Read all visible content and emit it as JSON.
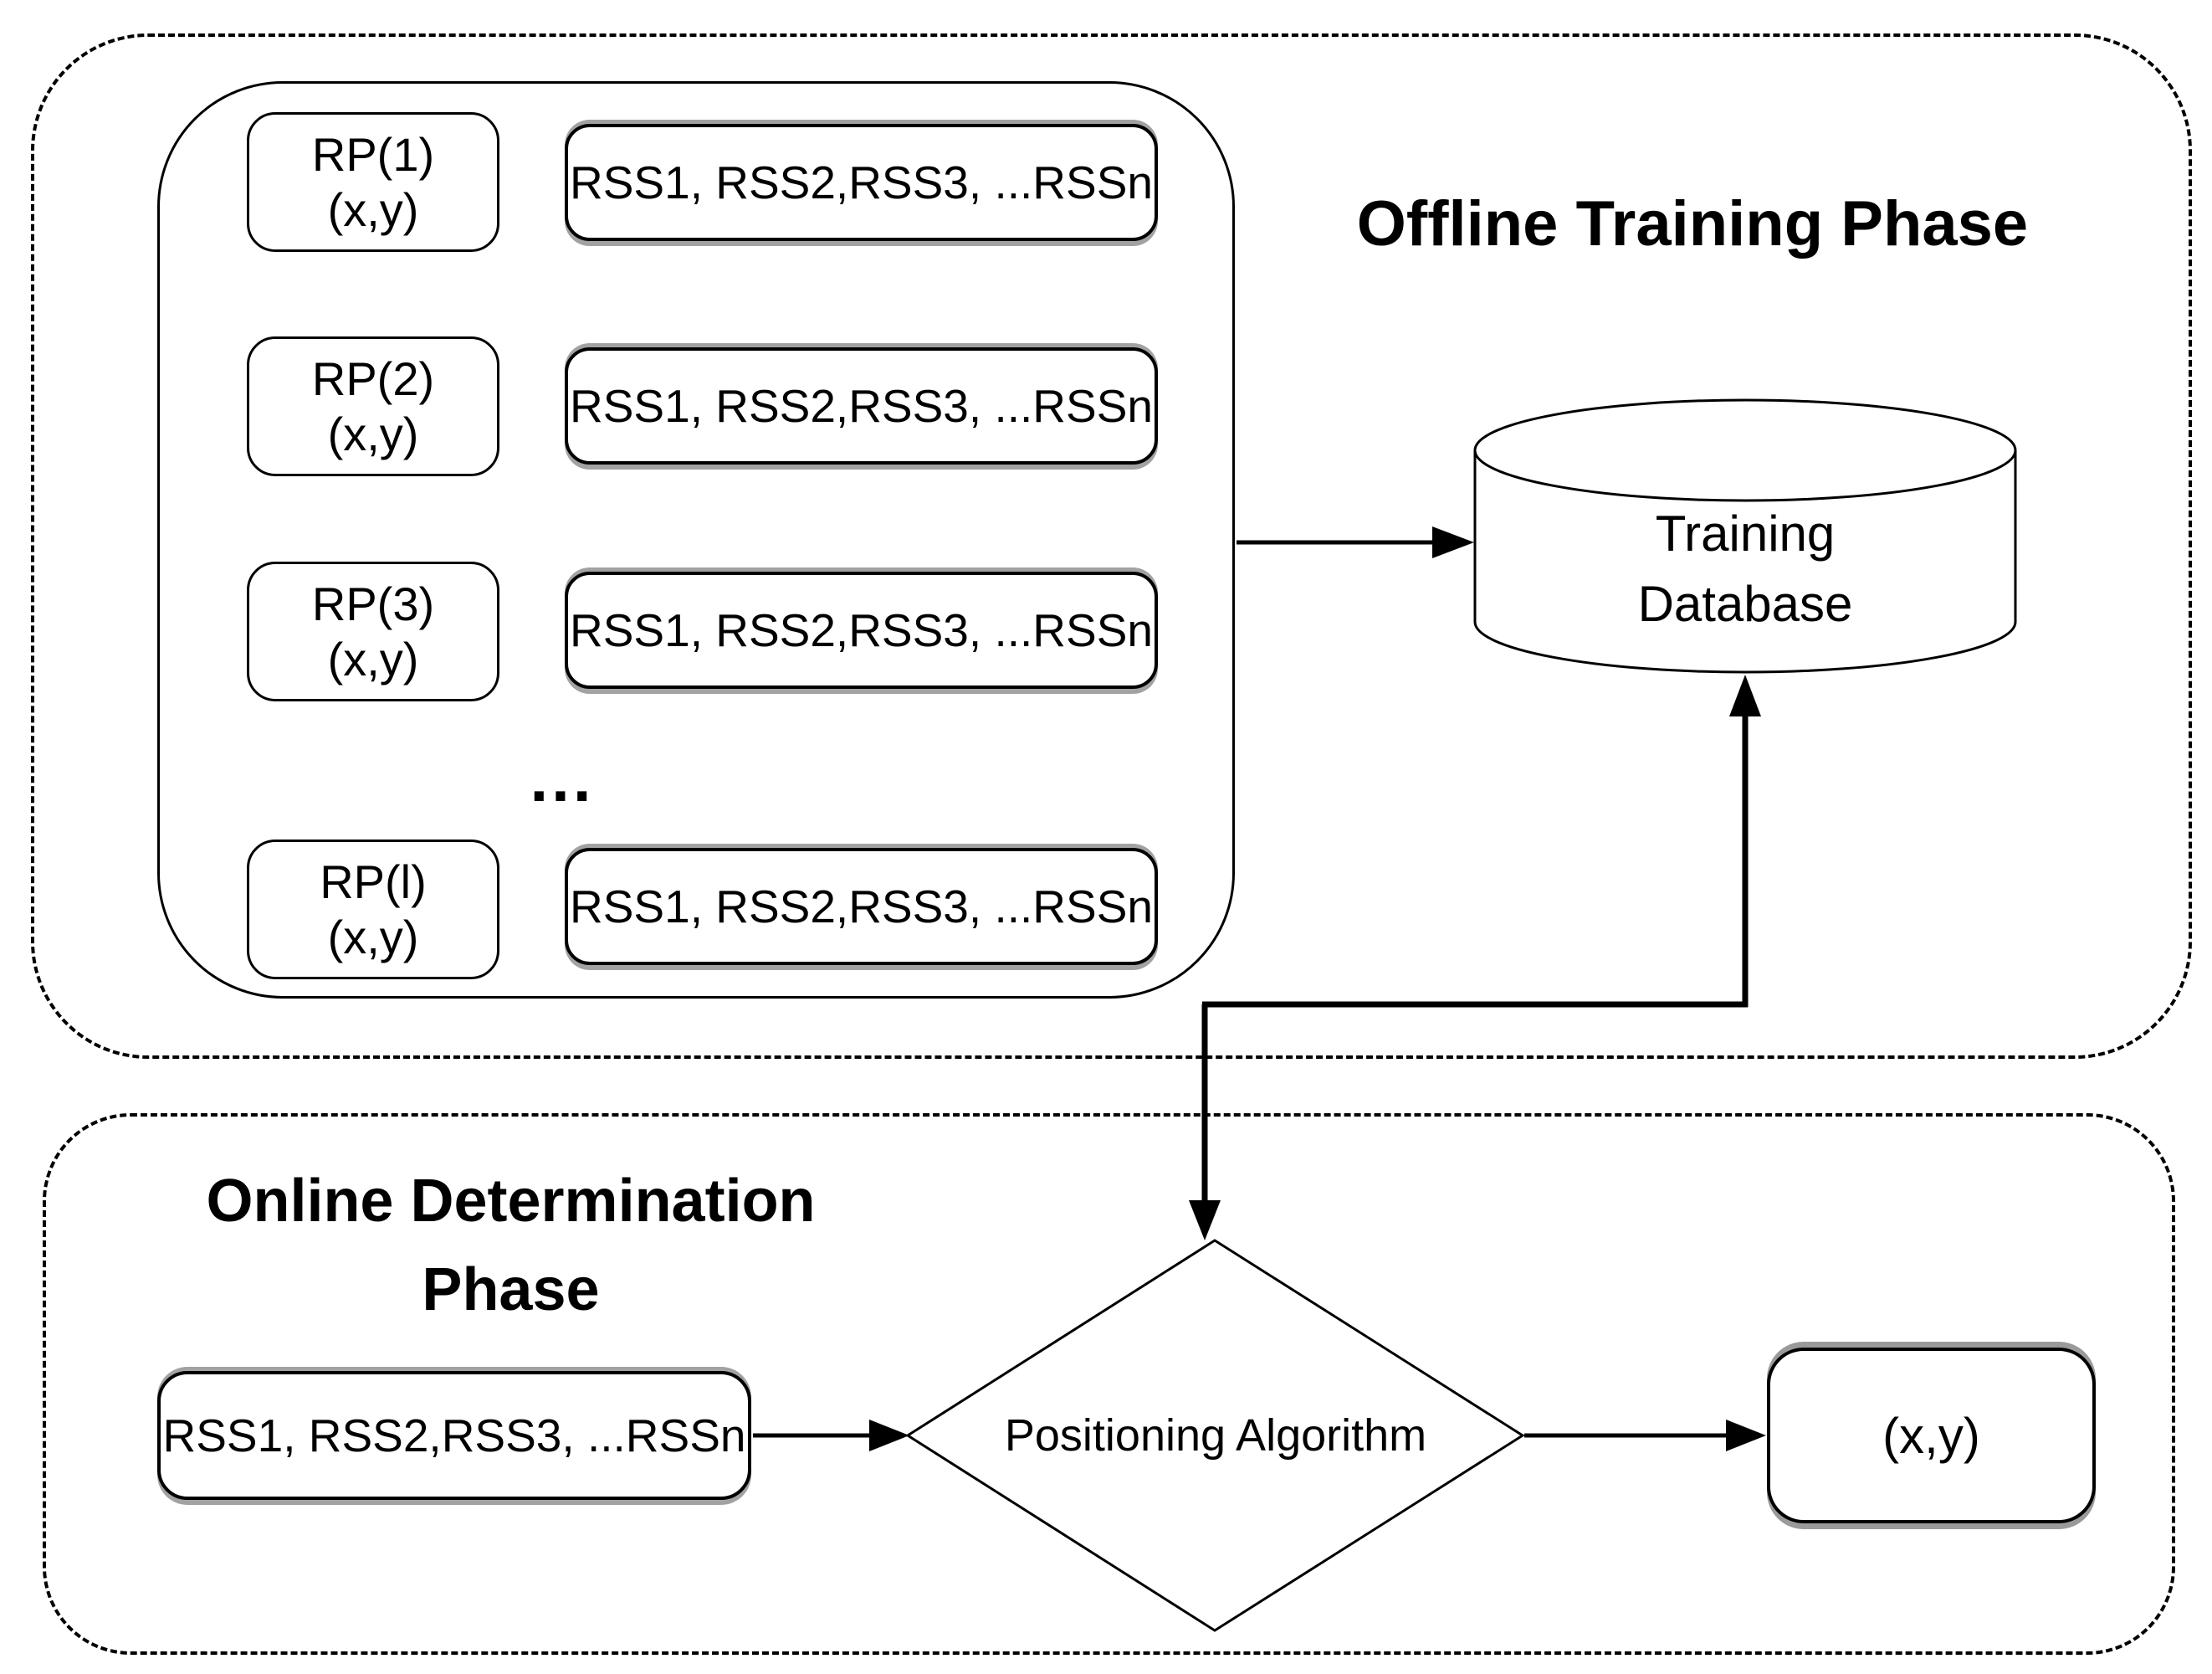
{
  "offline": {
    "title": "Offline Training Phase",
    "rp_boxes": [
      {
        "label": "RP(1)",
        "coords": "(x,y)"
      },
      {
        "label": "RP(2)",
        "coords": "(x,y)"
      },
      {
        "label": "RP(3)",
        "coords": "(x,y)"
      },
      {
        "label": "RP(l)",
        "coords": "(x,y)"
      }
    ],
    "rss_rows": [
      "RSS1, RSS2,RSS3, ...RSSn",
      "RSS1, RSS2,RSS3, ...RSSn",
      "RSS1, RSS2,RSS3, ...RSSn",
      "RSS1, RSS2,RSS3, ...RSSn"
    ],
    "ellipsis": "...",
    "database": {
      "line1": "Training",
      "line2": "Database"
    }
  },
  "online": {
    "title_line1": "Online Determination",
    "title_line2": "Phase",
    "rss_input": "RSS1, RSS2,RSS3, ...RSSn",
    "algorithm": "Positioning Algorithm",
    "output": "(x,y)"
  },
  "colors": {
    "stroke": "#000000",
    "background": "#ffffff",
    "box_shadow": "#a2a2a2"
  }
}
